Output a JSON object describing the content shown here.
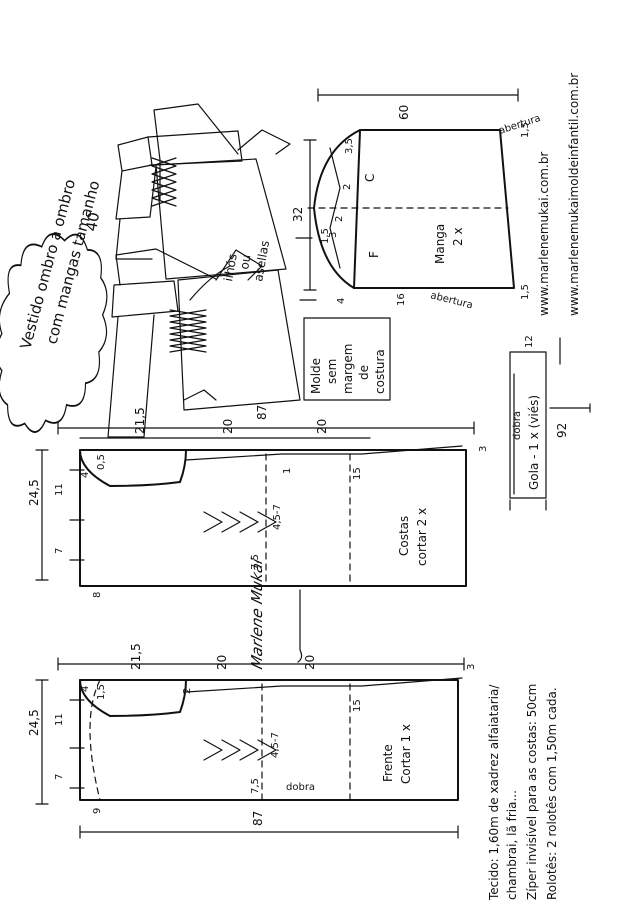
{
  "title": {
    "line1": "Vestido ombro a ombro",
    "line2": "com mangas tamanho",
    "size": "40"
  },
  "sleeve": {
    "width": "60",
    "height": "32",
    "side_marks": [
      "1,5",
      "1,5"
    ],
    "label_abertura_top": "abertura",
    "label_abertura_bottom": "abertura",
    "label_c": "C",
    "label_f": "F",
    "label_name": "Manga",
    "label_cut": "2 x",
    "cap_marks": [
      "3,5",
      "2",
      "2",
      "3",
      "1,5"
    ],
    "left_mark": "4",
    "bottom_mark": "16"
  },
  "website": {
    "line1": "www.marlenemukai.com.br",
    "line2": "www.marlenemukaimoldeinfantil.com.br"
  },
  "eyelets_label": {
    "line1": "ilhós",
    "line2": "ou",
    "line3": "asellas"
  },
  "molde_box": {
    "line1": "Molde",
    "line2": "sem",
    "line3": "margem",
    "line4": "de",
    "line5": "costura"
  },
  "collar": {
    "dobra": "dobra",
    "label": "Gola - 1 x (viés)",
    "height": "12",
    "length": "92"
  },
  "back": {
    "total": "87",
    "seg1": "21,5",
    "seg2": "20",
    "seg3": "20",
    "hem": "3",
    "side": "15",
    "v1": "24,5",
    "v2": "11",
    "v3": "7",
    "neck": "4",
    "neck2": "0,5",
    "bottom": "8",
    "ladder": "4,5-7",
    "ladder2": "7,5",
    "mark1": "1",
    "label": "Costas",
    "cut": "cortar 2 x"
  },
  "front": {
    "total": "87",
    "seg1": "21,5",
    "seg2": "20",
    "seg3": "20",
    "hem": "3",
    "side": "15",
    "v1": "24,5",
    "v2": "11",
    "v3": "7",
    "neck": "4",
    "neck2": "1,5",
    "bottom": "9",
    "arm": "2",
    "ladder": "4,5-7",
    "ladder2": "7,5",
    "dobra": "dobra",
    "label": "Frente",
    "cut": "Cortar 1 x"
  },
  "signature": "Marlene Mukai",
  "notes": {
    "line1": "Tecido: 1,60m de xadrez alfaiataria/",
    "line2": "chambrai, lã fria...",
    "line3": "Zíper invisível para as costas: 50cm",
    "line4": "Rolotês: 2 rolotês com 1,50m cada."
  }
}
